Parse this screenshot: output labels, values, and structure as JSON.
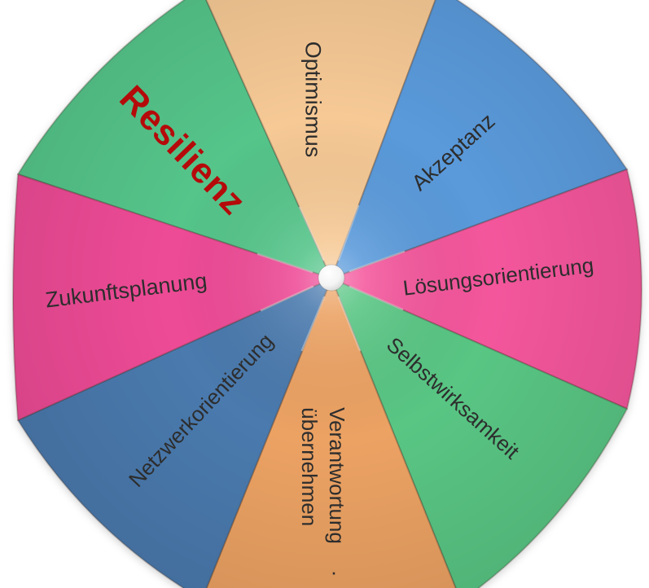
{
  "diagram": {
    "type": "umbrella-resilience-diagram",
    "title": "Resilienz",
    "background_color": "#ffffff",
    "hub": {
      "name": "umbrella-center-ball",
      "color": "#ffffff"
    },
    "segments": [
      {
        "id": "resilienz",
        "position": "top-left",
        "label": "Resilienz",
        "color": "#55c58a",
        "text_color": "#b50a0a",
        "text_style": "bold"
      },
      {
        "id": "optimismus",
        "position": "top",
        "label": "Optimismus",
        "color": "#f6c995",
        "text_color": "#2d2d2d"
      },
      {
        "id": "akzeptanz",
        "position": "top-right",
        "label": "Akzeptanz",
        "color": "#5a9adb",
        "text_color": "#2d2d2d"
      },
      {
        "id": "loesungsorientierung",
        "position": "right",
        "label": "Lösungsorientierung",
        "color": "#f4569c",
        "text_color": "#2d2d2d"
      },
      {
        "id": "selbstwirksamkeit",
        "position": "bottom-right",
        "label": "Selbstwirksamkeit",
        "color": "#59c684",
        "text_color": "#2d2d2d"
      },
      {
        "id": "verantwortung",
        "position": "bottom",
        "label": "Verantwortung übernehmen",
        "label_lines": [
          "Verantwortung",
          "übernehmen"
        ],
        "color": "#eca263",
        "text_color": "#2d2d2d"
      },
      {
        "id": "netzwerkorientierung",
        "position": "bottom-left",
        "label": "Netzwerkorientierung",
        "color": "#4a7aae",
        "text_color": "#2d2d2d"
      },
      {
        "id": "zukunftsplanung",
        "position": "left",
        "label": "Zukunftsplanung",
        "color": "#ee4b96",
        "text_color": "#2d2d2d"
      }
    ],
    "stray_period": "."
  }
}
